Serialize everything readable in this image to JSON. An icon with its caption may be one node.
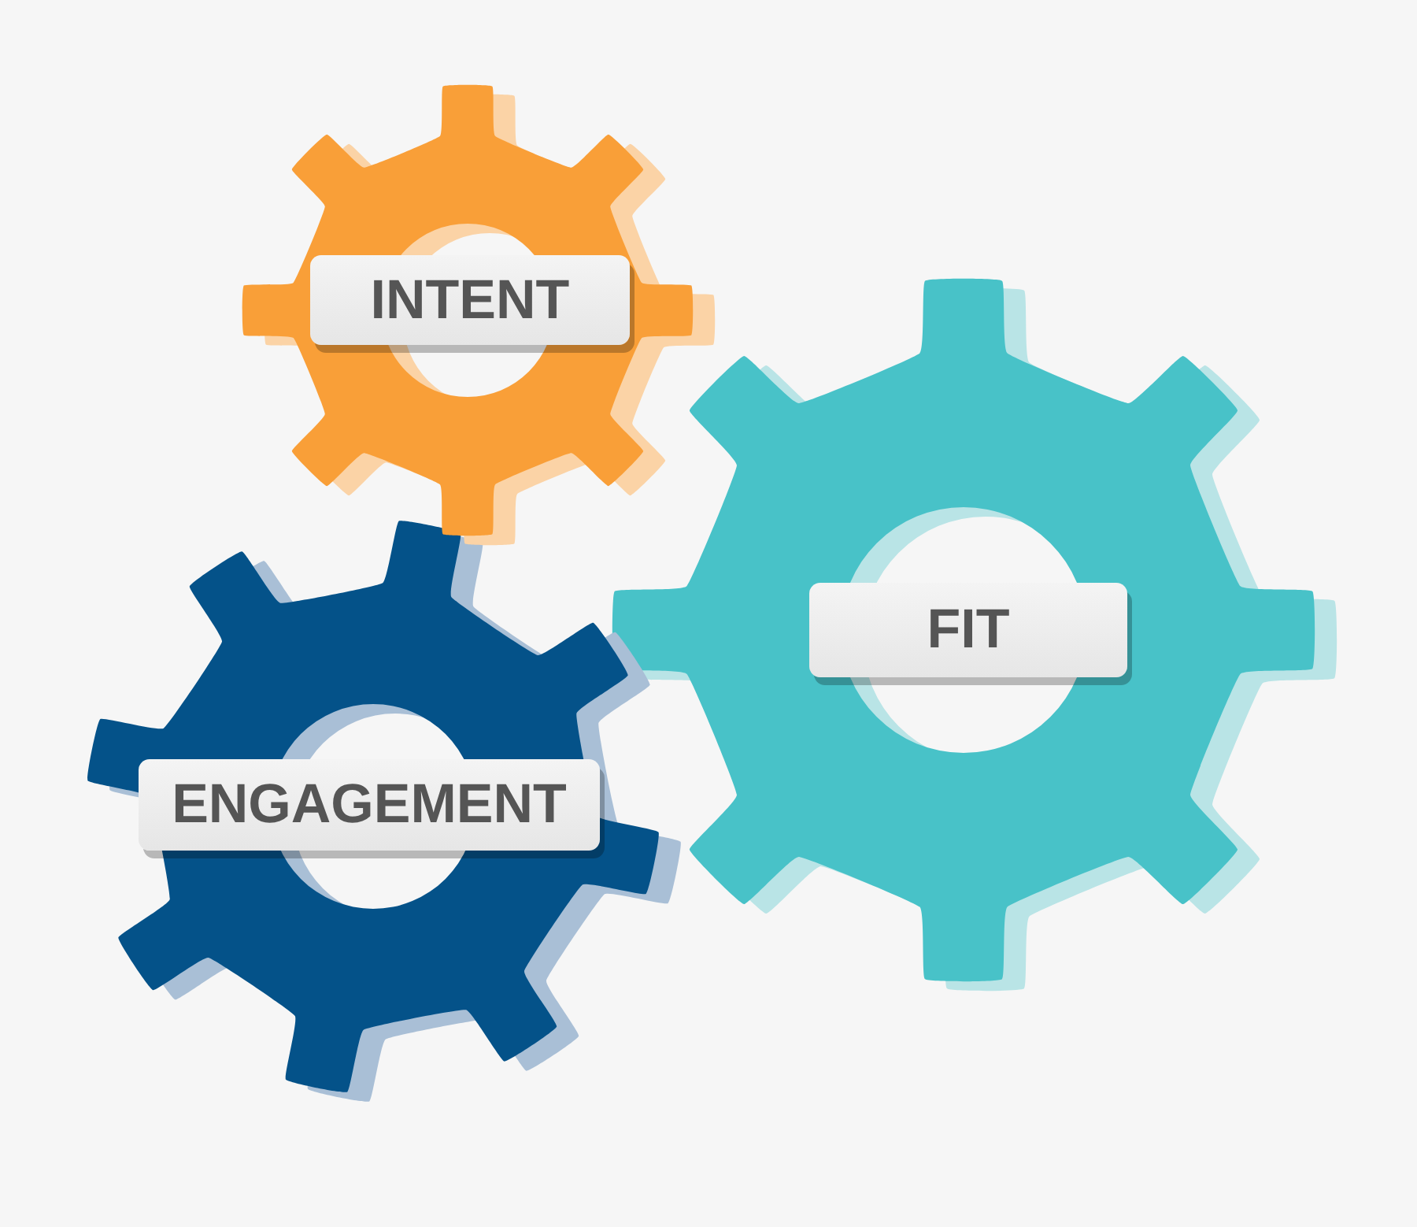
{
  "diagram": {
    "nodes": [
      {
        "text": [
          "INTENT"
        ]
      },
      {
        "text": [
          "FIT"
        ]
      },
      {
        "text": [
          "ENGAGEMENT"
        ]
      }
    ]
  }
}
